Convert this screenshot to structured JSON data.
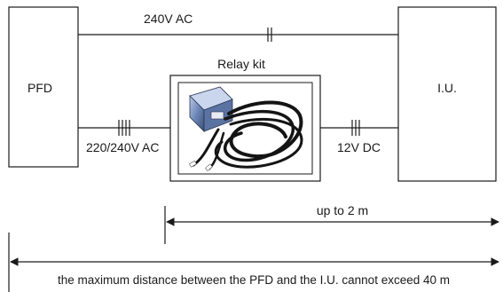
{
  "diagram": {
    "pfd_label": "PFD",
    "iu_label": "I.U.",
    "relay_kit_label": "Relay kit",
    "top_line_label": "240V AC",
    "left_line_label": "220/240V AC",
    "right_line_label": "12V DC",
    "short_span_label": "up to 2 m",
    "long_span_label": "the maximum distance between the PFD and the I.U. cannot exceed 40 m"
  },
  "colors": {
    "line": "#1a1a1a",
    "box_fill": "#ffffff"
  },
  "icons": {
    "relay_photo": "relay-kit-photo"
  }
}
